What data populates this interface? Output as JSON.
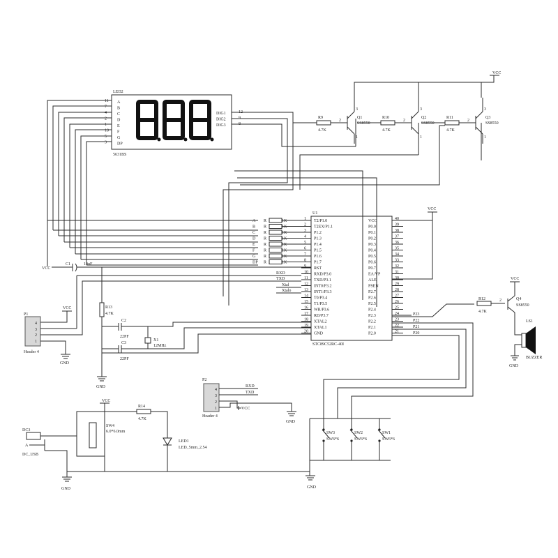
{
  "led_display": {
    "ref": "LED2",
    "part": "5631BS",
    "digits_text": "888",
    "segments": [
      "A",
      "B",
      "C",
      "D",
      "E",
      "F",
      "G",
      "DP"
    ],
    "segment_pins": [
      "11",
      "7",
      "4",
      "2",
      "1",
      "10",
      "5",
      "3"
    ],
    "digit_labels": [
      "DIG1",
      "DIG2",
      "DIG3"
    ],
    "digit_pins": [
      "12",
      "9",
      "8"
    ]
  },
  "drivers": [
    {
      "res": "R9",
      "res_val": "4.7K",
      "q": "Q1",
      "q_part": "SS8550",
      "base_pin": "2",
      "pin_top": "3",
      "pin_bot": "1"
    },
    {
      "res": "R10",
      "res_val": "4.7K",
      "q": "Q2",
      "q_part": "SS8550",
      "base_pin": "2",
      "pin_top": "3",
      "pin_bot": "1"
    },
    {
      "res": "R11",
      "res_val": "4.7K",
      "q": "Q3",
      "q_part": "SS8550",
      "base_pin": "2",
      "pin_top": "3",
      "pin_bot": "1"
    }
  ],
  "vcc_label": "VCC",
  "gnd_label": "GND",
  "mcu": {
    "ref": "U1",
    "part": "STC89C52RC-40I",
    "left_pins": [
      {
        "n": "1",
        "name": "T2/P1.0"
      },
      {
        "n": "2",
        "name": "T2EX/P1.1"
      },
      {
        "n": "3",
        "name": "P1.2"
      },
      {
        "n": "4",
        "name": "P1.3"
      },
      {
        "n": "5",
        "name": "P1.4"
      },
      {
        "n": "6",
        "name": "P1.5"
      },
      {
        "n": "7",
        "name": "P1.6"
      },
      {
        "n": "8",
        "name": "P1.7"
      },
      {
        "n": "9",
        "name": "RST"
      },
      {
        "n": "10",
        "name": "RXD/P3.0"
      },
      {
        "n": "11",
        "name": "TXD/P3.1"
      },
      {
        "n": "12",
        "name": "INT0/P3.2"
      },
      {
        "n": "13",
        "name": "INT1/P3.3"
      },
      {
        "n": "14",
        "name": "T0/P3.4"
      },
      {
        "n": "15",
        "name": "T1/P3.5"
      },
      {
        "n": "16",
        "name": "WR/P3.6"
      },
      {
        "n": "17",
        "name": "RD/P3.7"
      },
      {
        "n": "18",
        "name": "XTAL2"
      },
      {
        "n": "19",
        "name": "XTAL1"
      },
      {
        "n": "20",
        "name": "GND"
      }
    ],
    "right_pins": [
      {
        "n": "40",
        "name": "VCC"
      },
      {
        "n": "39",
        "name": "P0.0"
      },
      {
        "n": "38",
        "name": "P0.1"
      },
      {
        "n": "37",
        "name": "P0.2"
      },
      {
        "n": "36",
        "name": "P0.3"
      },
      {
        "n": "35",
        "name": "P0.4"
      },
      {
        "n": "34",
        "name": "P0.5"
      },
      {
        "n": "33",
        "name": "P0.6"
      },
      {
        "n": "32",
        "name": "P0.7"
      },
      {
        "n": "31",
        "name": "EA/VP"
      },
      {
        "n": "30",
        "name": "ALE"
      },
      {
        "n": "29",
        "name": "PSEN"
      },
      {
        "n": "28",
        "name": "P2.7"
      },
      {
        "n": "27",
        "name": "P2.6"
      },
      {
        "n": "26",
        "name": "P2.5"
      },
      {
        "n": "25",
        "name": "P2.4"
      },
      {
        "n": "24",
        "name": "P2.3"
      },
      {
        "n": "23",
        "name": "P2.2"
      },
      {
        "n": "22",
        "name": "P2.1"
      },
      {
        "n": "21",
        "name": "P2.0"
      }
    ]
  },
  "res_array": {
    "labels": [
      "A",
      "B",
      "C",
      "D",
      "E",
      "F",
      "G",
      "DP"
    ],
    "ref_letter": "R",
    "value": "1K"
  },
  "net_labels": {
    "rxd": "RXD",
    "txd": "TXD",
    "xtal_in": "Xtal",
    "xtal_out": "Xtalo",
    "p23": "P23",
    "p22": "P22",
    "p21": "P21",
    "p20": "P20"
  },
  "cap_c1": {
    "ref": "C1",
    "value": "10uF"
  },
  "cap_c2": {
    "ref": "C2",
    "value": "22PF"
  },
  "cap_c3": {
    "ref": "C3",
    "value": "22PF"
  },
  "crystal": {
    "ref": "X1",
    "value": "12MHz"
  },
  "r13": {
    "ref": "R13",
    "value": "4.7K"
  },
  "r12": {
    "ref": "R12",
    "value": "4.7K"
  },
  "r14": {
    "ref": "R14",
    "value": "4.7K"
  },
  "p1": {
    "ref": "P1",
    "name": "Header 4",
    "pins": [
      "4",
      "3",
      "2",
      "1"
    ]
  },
  "p2": {
    "ref": "P2",
    "name": "Header 4",
    "pins": [
      "4",
      "3",
      "2",
      "1"
    ]
  },
  "q4": {
    "ref": "Q4",
    "part": "SS8550",
    "pin_base": "2",
    "pin_top": "3",
    "pin_bot": "1"
  },
  "buzzer": {
    "ref": "LS1",
    "part": "BUZZER"
  },
  "switches": [
    {
      "ref": "SW3",
      "part": "SW6*6"
    },
    {
      "ref": "SW2",
      "part": "SW6*6"
    },
    {
      "ref": "SW1",
      "part": "SW6*6"
    }
  ],
  "sw4": {
    "ref": "SW4",
    "part": "6.0*6.0mm"
  },
  "led1": {
    "ref": "LED1",
    "part": "LED_5mm_2.54"
  },
  "dc": {
    "ref": "DC3",
    "sub": "DC_USB",
    "pin1": "A"
  }
}
